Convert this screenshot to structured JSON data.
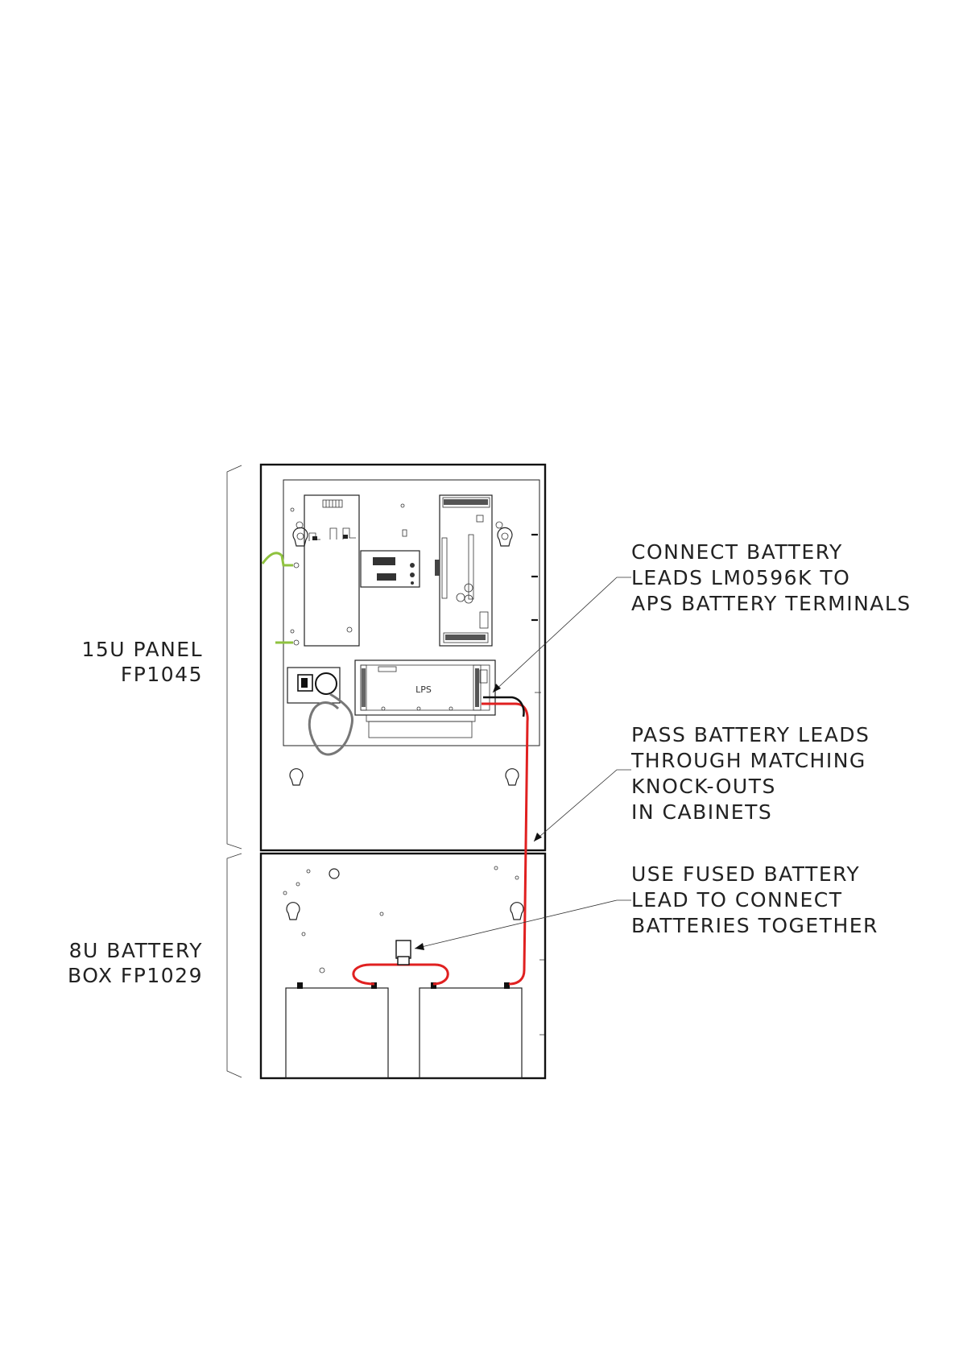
{
  "labels": {
    "panel_line1": "15U PANEL",
    "panel_line2": "FP1045",
    "battery_box_line1": "8U BATTERY",
    "battery_box_line2": "BOX FP1029",
    "lps": "LPS"
  },
  "notes": {
    "connect": [
      "CONNECT BATTERY",
      "LEADS LM0596K TO",
      "APS BATTERY TERMINALS"
    ],
    "pass": [
      "PASS BATTERY LEADS",
      "THROUGH MATCHING",
      "KNOCK-OUTS",
      "IN CABINETS"
    ],
    "fused": [
      "USE FUSED BATTERY",
      "LEAD TO CONNECT",
      "BATTERIES TOGETHER"
    ]
  },
  "colors": {
    "battery_lead": "#e02020",
    "earth_wire": "#8fc23f",
    "outline": "#222222"
  }
}
